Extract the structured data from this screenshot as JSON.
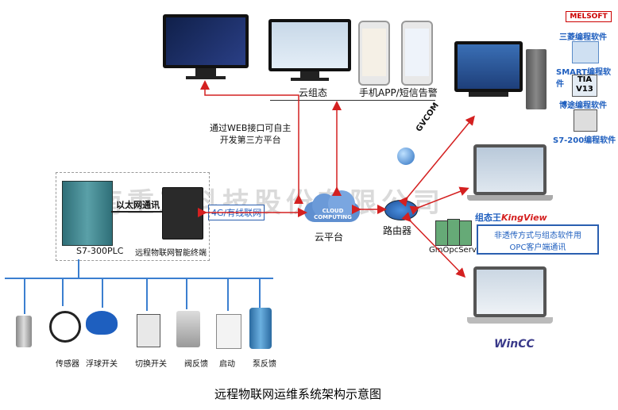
{
  "labels": {
    "cloud_config": "云组态",
    "mobile_app": "手机APP/短信告警",
    "web_api": "通过WEB接口可自主\n开发第三方平台",
    "network": "4G/有线联网",
    "cloud_platform": "云平台",
    "router": "路由器",
    "ethernet": "以太网通讯",
    "plc": "S7-300PLC",
    "terminal": "远程物联网智能终端",
    "gvcom": "GVCOM",
    "kingview_prefix": "组态王",
    "kingview": "KingView",
    "opc_note_1": "非透传方式与组态软件用",
    "opc_note_2": "OPC客户端通讯",
    "opc_server": "GmOpcServer",
    "wincc": "WinCC",
    "cloud_text": "CLOUD COMPUTING",
    "caption": "远程物联网运维系统架构示意图",
    "watermark": "河南重工科技股份有限公司"
  },
  "software": {
    "melsoft": "MELSOFT",
    "melsoft_label": "三菱编程软件",
    "smart_label": "SMART编程软件",
    "tia": "TIA",
    "tia_sub": "V13",
    "tia_label": "博途编程软件",
    "s7200_label": "S7-200编程软件"
  },
  "devices": [
    {
      "label": ""
    },
    {
      "label": "传感器"
    },
    {
      "label": "浮球开关"
    },
    {
      "label": "切换开关"
    },
    {
      "label": "阀反馈"
    },
    {
      "label": "启动"
    },
    {
      "label": "泵反馈"
    }
  ],
  "colors": {
    "bus": "#3b7fd0",
    "arrow": "#d42020",
    "accent": "#1f5fbf"
  }
}
